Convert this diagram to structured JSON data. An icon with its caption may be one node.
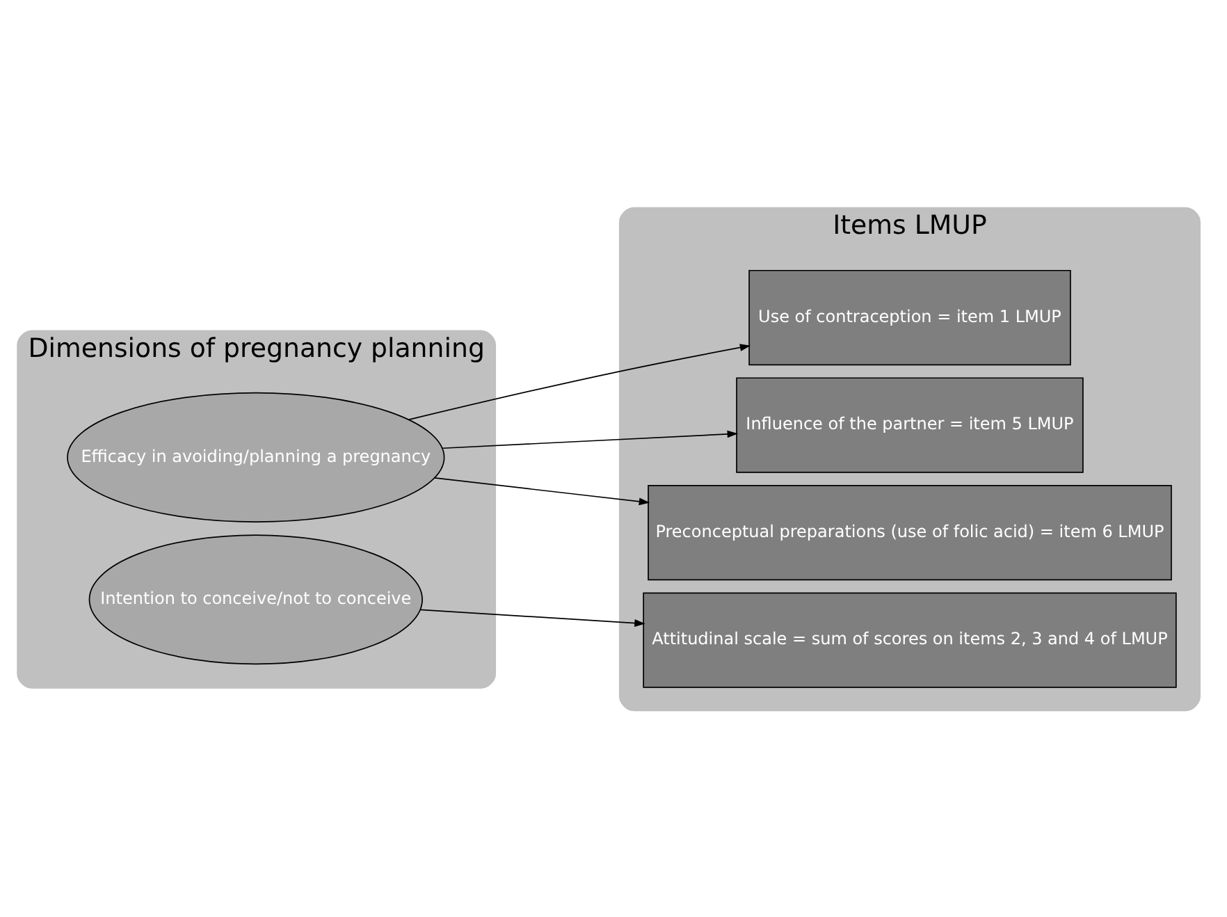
{
  "diagram": {
    "nodes": [
      {
        "text": [
          "Dimensions of pregnancy planning"
        ]
      },
      {
        "text": [
          "Efficacy in avoiding/planning a pregnancy"
        ],
        "in": 0
      },
      {
        "text": [
          "Intention to conceive/not to conceive"
        ],
        "in": 0
      },
      {
        "text": [
          "Items LMUP"
        ]
      },
      {
        "text": [
          "Use of contraception = item 1 LMUP"
        ],
        "in": 3
      },
      {
        "text": [
          "Influence of the partner = item 5 LMUP"
        ],
        "in": 3
      },
      {
        "text": [
          "Preconceptual preparations (use of folic acid) = item 6 LMUP"
        ],
        "in": 3
      },
      {
        "text": [
          "Attitudinal scale = sum of scores on items 2, 3 and 4 of LMUP"
        ],
        "in": 3
      }
    ],
    "edges": [
      {
        "from": 1,
        "to": 4,
        "arrow": "to"
      },
      {
        "from": 1,
        "to": 5,
        "arrow": "to"
      },
      {
        "from": 1,
        "to": 6,
        "arrow": "to"
      },
      {
        "from": 2,
        "to": 7,
        "arrow": "to"
      }
    ]
  }
}
